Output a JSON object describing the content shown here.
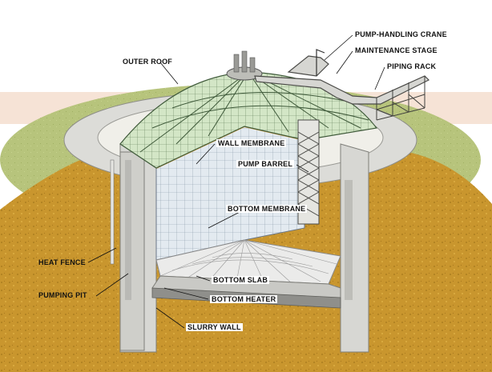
{
  "labels": {
    "outer_roof": "OUTER ROOF",
    "pump_handling_crane": "PUMP-HANDLING CRANE",
    "maintenance_stage": "MAINTENANCE STAGE",
    "piping_rack": "PIPING RACK",
    "wall_membrane": "WALL MEMBRANE",
    "pump_barrel": "PUMP BARREL",
    "bottom_membrane": "BOTTOM MEMBRANE",
    "heat_fence": "HEAT FENCE",
    "pumping_pit": "PUMPING PIT",
    "bottom_slab": "BOTTOM SLAB",
    "bottom_heater": "BOTTOM HEATER",
    "slurry_wall": "SLURRY WALL"
  },
  "colors": {
    "soil": "#c9962e",
    "soil_dark": "#a8791f",
    "grass": "#b5c37a",
    "concrete": "#d9d9d6",
    "concrete_shade": "#b9b9b5",
    "membrane_wall": "#dfe7ee",
    "membrane_bottom": "#e8e8e8",
    "roof": "#cfe3c2",
    "sky_band": "#f3dccf"
  }
}
